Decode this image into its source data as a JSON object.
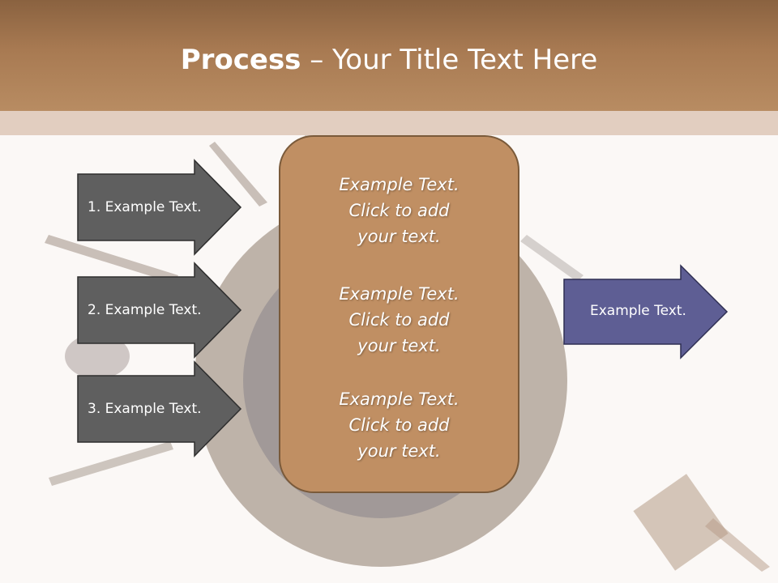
{
  "slide": {
    "title_bold": "Process",
    "title_rest": " – Your Title Text Here"
  },
  "left_arrows": [
    {
      "label": "1. Example Text."
    },
    {
      "label": "2. Example Text."
    },
    {
      "label": "3. Example Text."
    }
  ],
  "center_box": {
    "paragraphs": [
      {
        "line1": "Example Text.",
        "line2": "Click  to add",
        "line3": "your text."
      },
      {
        "line1": "Example Text.",
        "line2": "Click  to add",
        "line3": "your text."
      },
      {
        "line1": "Example Text.",
        "line2": "Click  to add",
        "line3": "your text."
      }
    ]
  },
  "right_arrow": {
    "label": "Example Text."
  },
  "colors": {
    "header": "#a87a52",
    "left_arrow_fill": "#5f5f5f",
    "center_box_fill": "#c08f63",
    "center_box_border": "#7a5a3a",
    "right_arrow_fill": "#5e5e94"
  }
}
